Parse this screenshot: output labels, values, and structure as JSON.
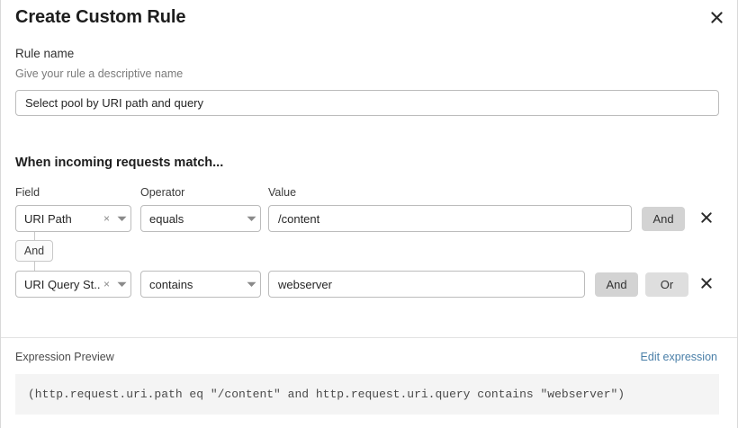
{
  "dialog": {
    "title": "Create Custom Rule",
    "close_icon": "close-icon"
  },
  "rule_name": {
    "label": "Rule name",
    "hint": "Give your rule a descriptive name",
    "value": "Select pool by URI path and query",
    "placeholder": ""
  },
  "match_section": {
    "heading": "When incoming requests match...",
    "columns": {
      "field": "Field",
      "operator": "Operator",
      "value": "Value"
    },
    "rows": [
      {
        "field": "URI Path",
        "field_clear": "×",
        "operator": "equals",
        "value": "/content",
        "buttons": [
          "And"
        ],
        "delete_icon": "close-icon"
      },
      {
        "field": "URI Query St...",
        "field_clear": "×",
        "operator": "contains",
        "value": "webserver",
        "buttons": [
          "And",
          "Or"
        ],
        "delete_icon": "close-icon"
      }
    ],
    "connector": "And"
  },
  "expression": {
    "label": "Expression Preview",
    "edit_link": "Edit expression",
    "text": "(http.request.uri.path eq \"/content\" and http.request.uri.query contains \"webserver\")"
  },
  "colors": {
    "link": "#4a7fa8",
    "button_bg": "#d3d3d3",
    "code_bg": "#f4f4f4",
    "border": "#bcbcbc"
  }
}
